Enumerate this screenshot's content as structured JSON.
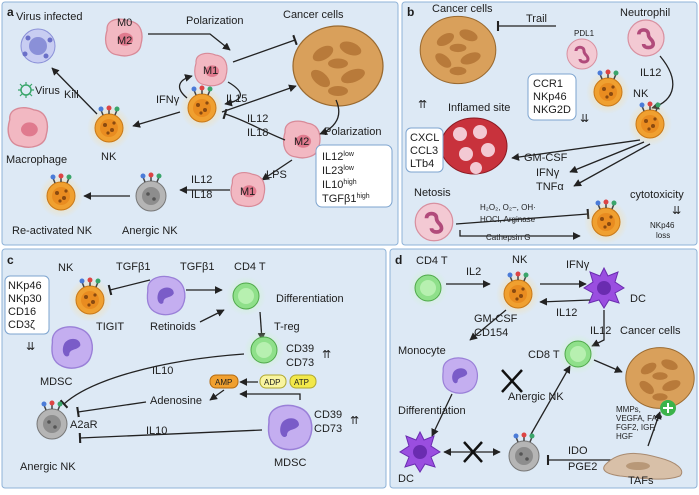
{
  "panels": {
    "a": {
      "letter": "a",
      "virus_infected": "Virus infected",
      "m0": "M0",
      "m2_top": "M2",
      "polarization_top": "Polarization",
      "cancer_cells": "Cancer cells",
      "kill": "Kill",
      "m1": "M1",
      "il15": "IL15",
      "ifng": "IFNγ",
      "il12": "IL12",
      "il18": "IL18",
      "virus": "Virus",
      "nk": "NK",
      "macrophage": "Macrophage",
      "m2": "M2",
      "polarization_bottom": "Polarization",
      "lps": "LPS",
      "m1_bottom": "M1",
      "il12_bottom": "IL12",
      "il18_bottom": "IL18",
      "reactivated_nk": "Re-activated NK",
      "anergic_nk": "Anergic NK",
      "cytokines": [
        {
          "base": "IL12",
          "sup": "low"
        },
        {
          "base": "IL23",
          "sup": "low"
        },
        {
          "base": "IL10",
          "sup": "high"
        },
        {
          "base": "TGFβ1",
          "sup": "high"
        }
      ]
    },
    "b": {
      "letter": "b",
      "cancer_cells": "Cancer cells",
      "trail": "Trail",
      "pdl1": "PDL1",
      "neutrophil": "Neutrophil",
      "il12": "IL12",
      "receptors": [
        "CCR1",
        "NKp46",
        "NKG2D"
      ],
      "nk": "NK",
      "inflamed_site": "Inflamed site",
      "chemokines": [
        "CXCL",
        "CCL3",
        "LTb4"
      ],
      "gmcsf": "GM-CSF",
      "ifng": "IFNγ",
      "tnfa": "TNFα",
      "netosis": "Netosis",
      "ros": "H₂O₂, O₂−, OH·",
      "hocl": "HOCl, Arginase",
      "cathepsin": "Cathepsin G",
      "cytotoxicity": "cytotoxicity",
      "nkp46_loss_1": "NKp46",
      "nkp46_loss_2": "loss"
    },
    "c": {
      "letter": "c",
      "nk": "NK",
      "receptors": [
        "NKp46",
        "NKp30",
        "CD16",
        "CD3ζ"
      ],
      "tgfb1_a": "TGFβ1",
      "tgfb1_b": "TGFβ1",
      "cd4t": "CD4 T",
      "differentiation": "Differentiation",
      "tigit": "TIGIT",
      "retinoids": "Retinoids",
      "treg": "T-reg",
      "mdsc_top": "MDSC",
      "il10_top": "IL10",
      "cd39": "CD39",
      "cd73": "CD73",
      "amp": "AMP",
      "adp": "ADP",
      "atp": "ATP",
      "adenosine": "Adenosine",
      "a2ar": "A2aR",
      "il10_bottom": "IL10",
      "cd39_b": "CD39",
      "cd73_b": "CD73",
      "anergic_nk": "Anergic NK",
      "mdsc_bottom": "MDSC"
    },
    "d": {
      "letter": "d",
      "cd4t": "CD4 T",
      "il2": "IL2",
      "nk": "NK",
      "ifng": "IFNγ",
      "dc_top": "DC",
      "il12_a": "IL12",
      "gmcsf": "GM-CSF",
      "cd154": "CD154",
      "il12_b": "IL12",
      "cancer_cells": "Cancer cells",
      "cd8t": "CD8 T",
      "monocyte": "Monocyte",
      "differentiation": "Differentiation",
      "anergic_nk": "Anergic NK",
      "tafs_factors": [
        "MMPs,",
        "VEGFA, FAP",
        "FGF2, IGF,",
        "HGF"
      ],
      "ido": "IDO",
      "pge2": "PGE2",
      "dc_bottom": "DC",
      "tafs": "TAFs"
    }
  },
  "colors": {
    "panel_bg": "#dde9f5",
    "nk_orange": "#f0a030",
    "macrophage_pink": "#f2b8c2",
    "cancer_tan": "#d9a05b",
    "tcell_green": "#8fe08a",
    "mdsc_purple": "#b79ee8",
    "dc_purple": "#8e3fd6",
    "anergic_gray": "#a9a9a9",
    "inflamed_red": "#c8323c",
    "plus_green": "#3bb34a"
  }
}
